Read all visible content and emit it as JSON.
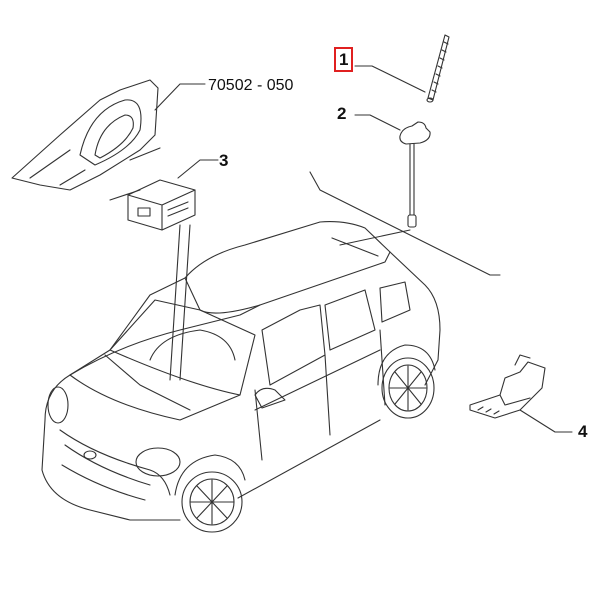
{
  "diagram": {
    "labels": [
      {
        "id": "1",
        "text": "1",
        "highlighted": true
      },
      {
        "id": "2",
        "text": "2"
      },
      {
        "id": "3",
        "text": "3"
      },
      {
        "id": "4",
        "text": "4"
      },
      {
        "id": "code",
        "text": "70502 - 050"
      }
    ],
    "colors": {
      "line": "#333333",
      "highlight": "#e02020"
    }
  }
}
